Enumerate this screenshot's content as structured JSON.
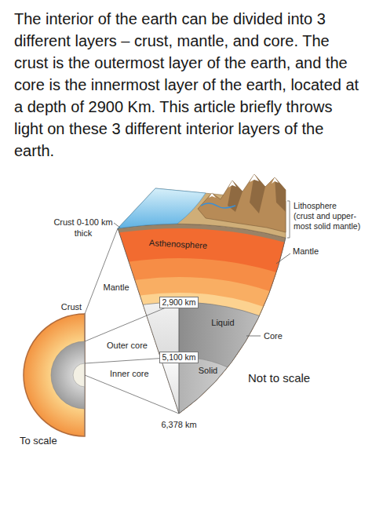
{
  "diagram": {
    "caption": "The interior of the earth can be divided into 3 different layers – crust, mantle, and core. The crust is the outermost layer of the earth, and the core is the innermost layer of the earth, located at a depth of 2900 Km. This article briefly throws light on these 3 different interior layers of the earth.",
    "labels": [
      "Crust 0-100 km thick",
      "Lithosphere",
      "(crust and upper-most solid mantle)",
      "Asthenosphere",
      "Mantle",
      "Mantle",
      "2,900 km",
      "Crust",
      "Liquid",
      "Core",
      "Outer core",
      "5,100 km",
      "Solid",
      "Inner core",
      "Not to scale",
      "6,378 km",
      "To scale"
    ]
  }
}
